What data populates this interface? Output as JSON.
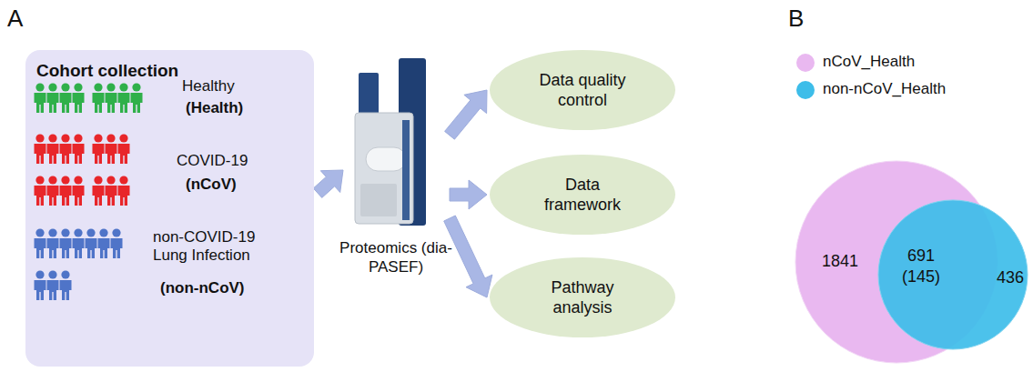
{
  "diagram": {
    "nodes": [
      {
        "text": [
          "Cohort collection",
          "Healthy",
          "(Health)",
          "COVID-19",
          "(nCoV)",
          "non-COVID-19 Lung Infection",
          "(non-nCoV)"
        ]
      },
      {
        "text": [
          "Proteomics (dia-PASEF)"
        ]
      },
      {
        "text": [
          "Data quality control"
        ]
      },
      {
        "text": [
          "Data framework"
        ]
      },
      {
        "text": [
          "Pathway analysis"
        ]
      },
      {
        "text": [
          "1841"
        ]
      },
      {
        "text": [
          "436"
        ]
      }
    ],
    "edges": [
      {
        "from": 0,
        "to": 1,
        "arrow": "to"
      },
      {
        "from": 1,
        "to": 2,
        "arrow": "to"
      },
      {
        "from": 1,
        "to": 3,
        "arrow": "to"
      },
      {
        "from": 1,
        "to": 4,
        "arrow": "to"
      }
    ],
    "labels": [
      "A",
      "B",
      "691 (145)"
    ],
    "legend": [
      {
        "text": "nCoV_Health",
        "color": "#e9b8f0"
      },
      {
        "text": "non-nCoV_Health",
        "color": "#3dbde9"
      }
    ]
  }
}
